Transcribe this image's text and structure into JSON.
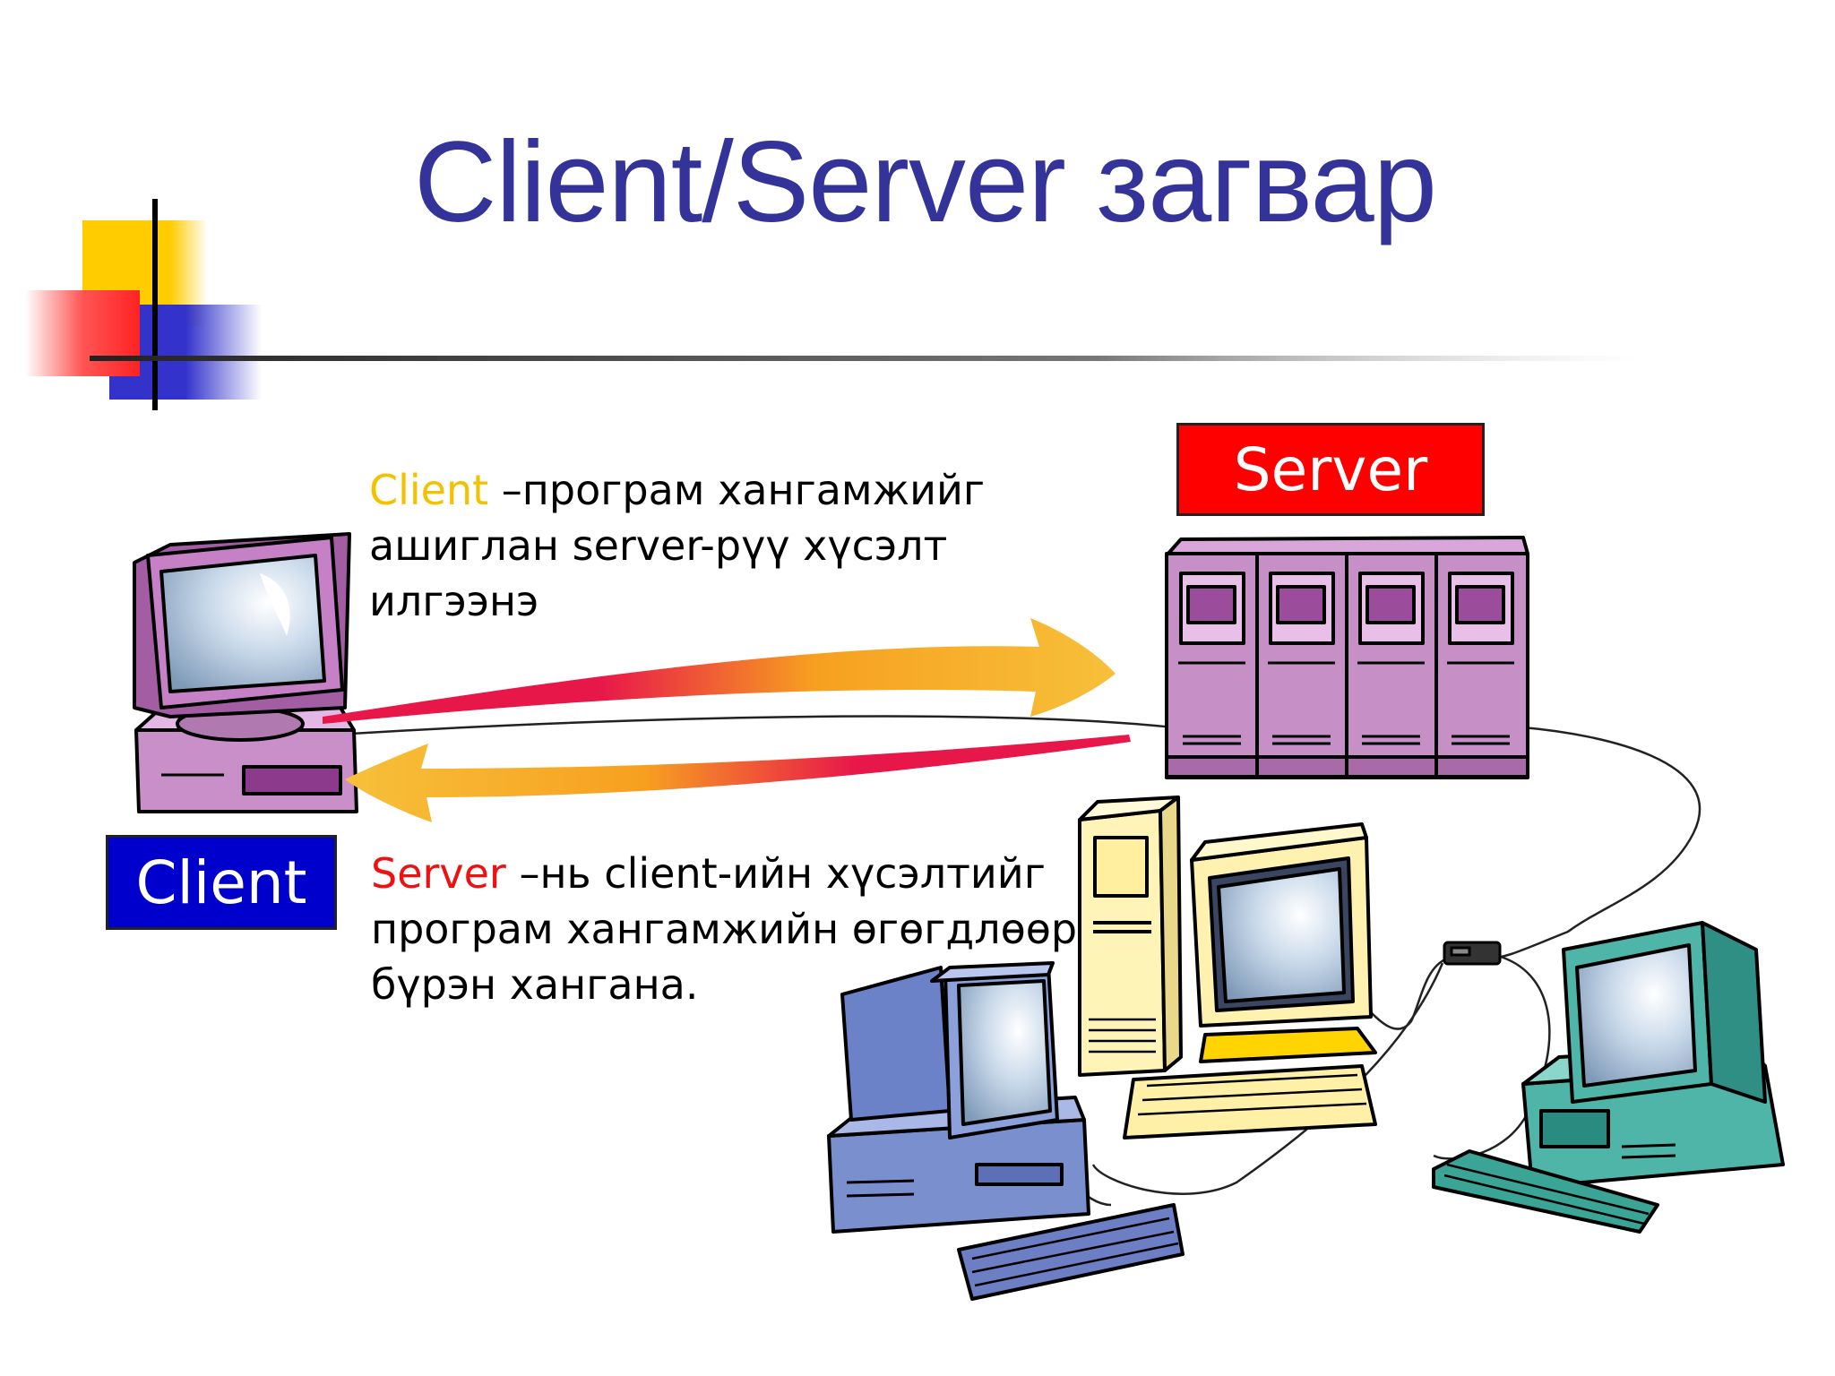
{
  "slide": {
    "title": "Client/Server загвар"
  },
  "labels": {
    "server": "Server",
    "client": "Client"
  },
  "descriptions": {
    "client_desc": {
      "highlight": "Client",
      "line1": " –програм хангамжийг",
      "line2": "ашиглан server-рүү хүсэлт",
      "line3": "илгээнэ"
    },
    "server_desc": {
      "highlight": "Server",
      "line1": " –нь client-ийн хүсэлтийг",
      "line2": "програм хангамжийн өгөгдлөөр",
      "line3": "бүрэн хангана."
    }
  },
  "colors": {
    "title": "#333399",
    "server_label_bg": "#ff0000",
    "client_label_bg": "#0000cc",
    "client_highlight": "#f2c200",
    "server_highlight": "#ee1111"
  },
  "icons": [
    "client-computer-icon",
    "server-rack-icon",
    "workstation-icons",
    "request-arrow",
    "response-arrow"
  ]
}
